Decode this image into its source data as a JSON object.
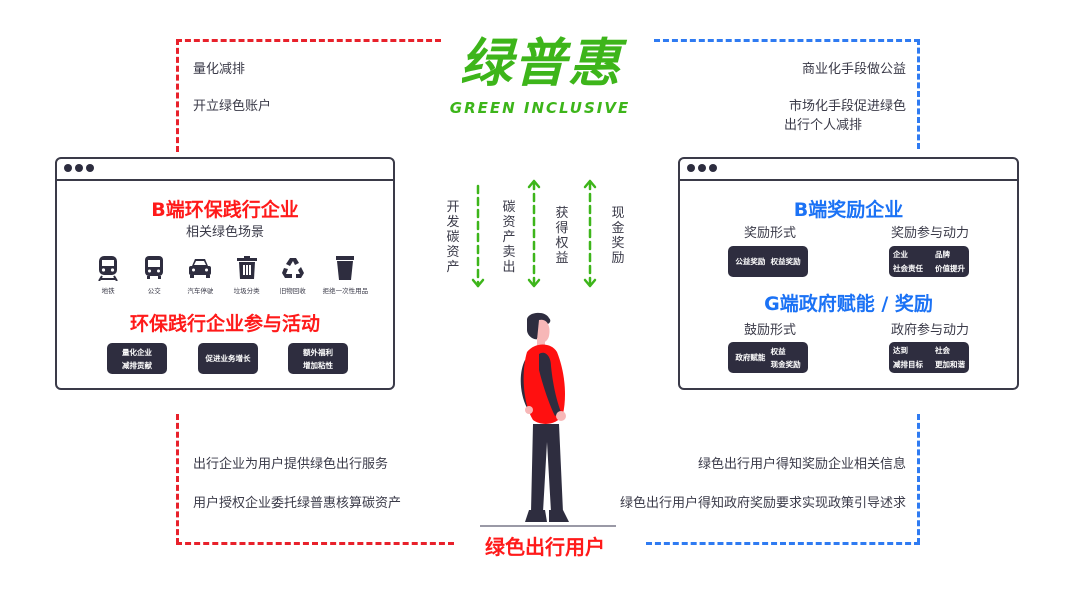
{
  "logo": {
    "name_cn": "绿普惠",
    "name_en": "GREEN INCLUSIVE",
    "color": "#3db51a"
  },
  "colors": {
    "red": "#ff1a1a",
    "blue": "#1b72f5",
    "dark": "#2e2d3f",
    "green": "#3db51a"
  },
  "top_left_notes": [
    "量化减排",
    "开立绿色账户"
  ],
  "top_right_notes": [
    "商业化手段做公益",
    "市场化手段促进绿色",
    "出行个人减排"
  ],
  "bottom_left_notes": [
    "出行企业为用户提供绿色出行服务",
    "用户授权企业委托绿普惠核算碳资产"
  ],
  "bottom_right_notes": [
    "绿色出行用户得知奖励企业相关信息",
    "绿色出行用户得知政府奖励要求实现政策引导述求"
  ],
  "left_panel": {
    "title": "B端环保践行企业",
    "subtitle": "相关绿色场景",
    "scenes": [
      {
        "icon": "subway-icon",
        "label": "地铁"
      },
      {
        "icon": "bus-icon",
        "label": "公交"
      },
      {
        "icon": "car-icon",
        "label": "汽车停驶"
      },
      {
        "icon": "trash-icon",
        "label": "垃圾分类"
      },
      {
        "icon": "recycle-icon",
        "label": "旧物回收"
      },
      {
        "icon": "cup-icon",
        "label": "拒绝一次性用品"
      }
    ],
    "activity_title": "环保践行企业参与活动",
    "activities": [
      {
        "line1": "量化企业",
        "line2": "减排贡献"
      },
      {
        "line1": "促进业务增长",
        "line2": ""
      },
      {
        "line1": "额外福利",
        "line2": "增加粘性"
      }
    ]
  },
  "arrows": [
    {
      "label": "开发碳资产",
      "direction": "down"
    },
    {
      "label": "碳资产卖出",
      "direction": "both"
    },
    {
      "label": "获得权益",
      "direction": "both"
    },
    {
      "label": "现金奖励",
      "direction": "down"
    }
  ],
  "right_panel": {
    "b_title": "B端奖励企业",
    "b_form_label": "奖励形式",
    "b_form_items": [
      "公益奖励",
      "权益奖励"
    ],
    "b_motive_label": "奖励参与动力",
    "b_motive_items": [
      "企业",
      "品牌",
      "社会责任",
      "价值提升"
    ],
    "g_title": "G端政府赋能 / 奖励",
    "g_form_label": "鼓励形式",
    "g_form_items": [
      "政府赋能",
      "权益",
      "现金奖励"
    ],
    "g_motive_label": "政府参与动力",
    "g_motive_items": [
      "达到",
      "社会",
      "减排目标",
      "更加和谐"
    ]
  },
  "user_label": "绿色出行用户"
}
